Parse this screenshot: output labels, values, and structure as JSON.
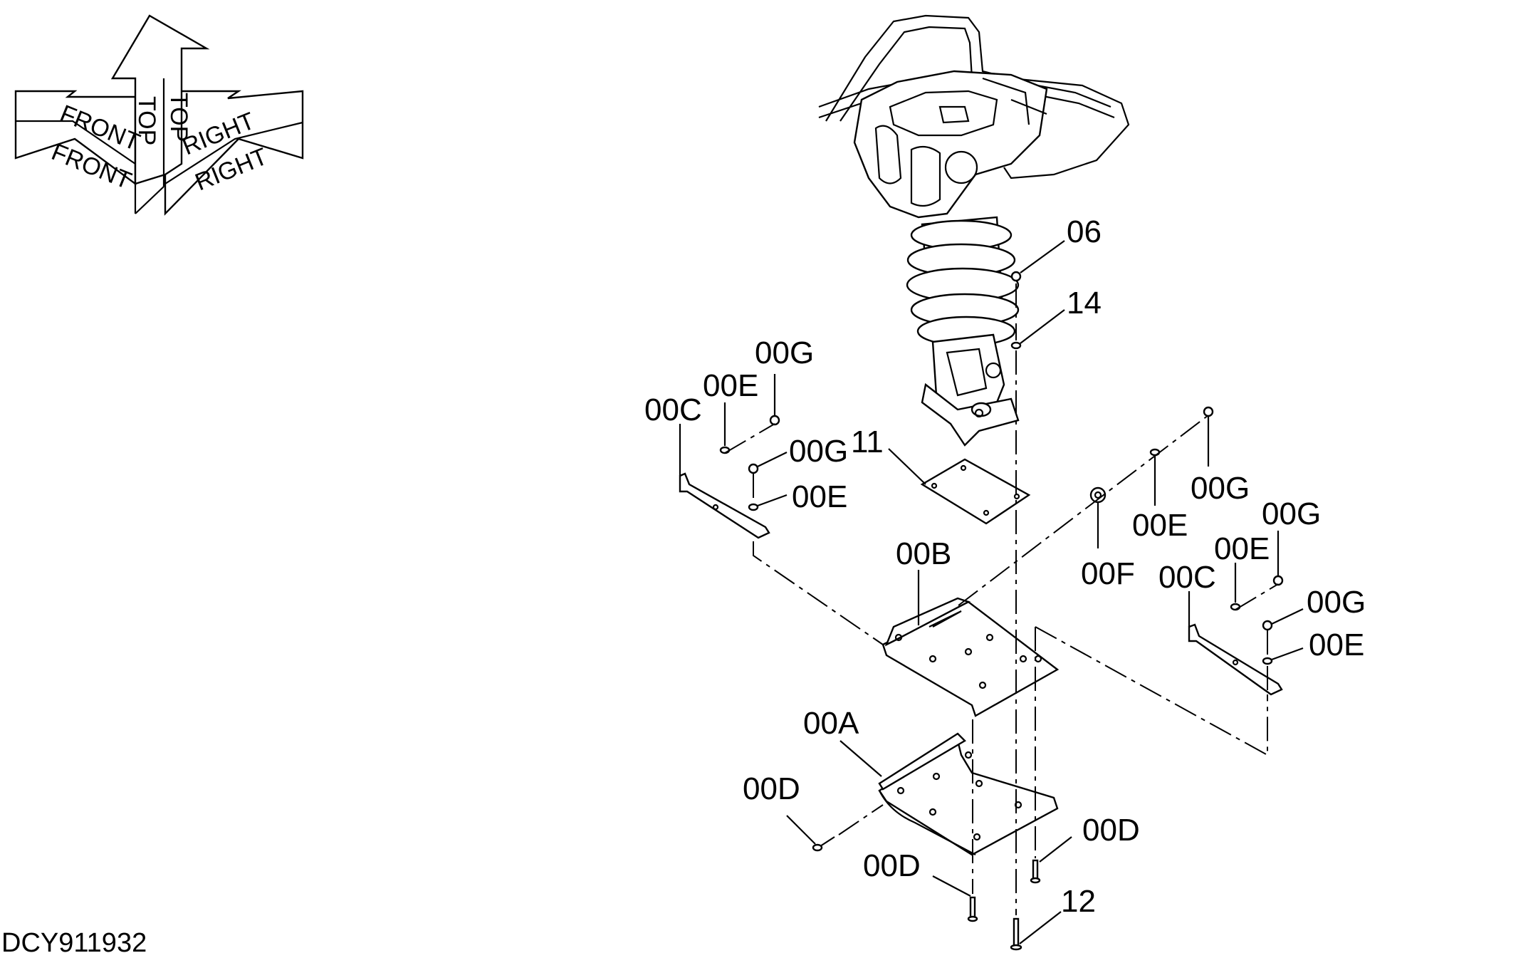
{
  "compass": {
    "front": "FRONT",
    "top": "TOP",
    "right": "RIGHT"
  },
  "document_code": "DCY911932",
  "callouts": [
    {
      "id": "06",
      "text": "06"
    },
    {
      "id": "14",
      "text": "14"
    },
    {
      "id": "00G_a",
      "text": "00G"
    },
    {
      "id": "00E_a",
      "text": "00E"
    },
    {
      "id": "00C_a",
      "text": "00C"
    },
    {
      "id": "00G_b",
      "text": "00G"
    },
    {
      "id": "00E_b",
      "text": "00E"
    },
    {
      "id": "11",
      "text": "11"
    },
    {
      "id": "00B",
      "text": "00B"
    },
    {
      "id": "00G_c",
      "text": "00G"
    },
    {
      "id": "00E_c",
      "text": "00E"
    },
    {
      "id": "00F",
      "text": "00F"
    },
    {
      "id": "00G_d",
      "text": "00G"
    },
    {
      "id": "00E_d",
      "text": "00E"
    },
    {
      "id": "00C_b",
      "text": "00C"
    },
    {
      "id": "00G_e",
      "text": "00G"
    },
    {
      "id": "00E_e",
      "text": "00E"
    },
    {
      "id": "00A",
      "text": "00A"
    },
    {
      "id": "00D_a",
      "text": "00D"
    },
    {
      "id": "00D_b",
      "text": "00D"
    },
    {
      "id": "00D_c",
      "text": "00D"
    },
    {
      "id": "12",
      "text": "12"
    }
  ]
}
